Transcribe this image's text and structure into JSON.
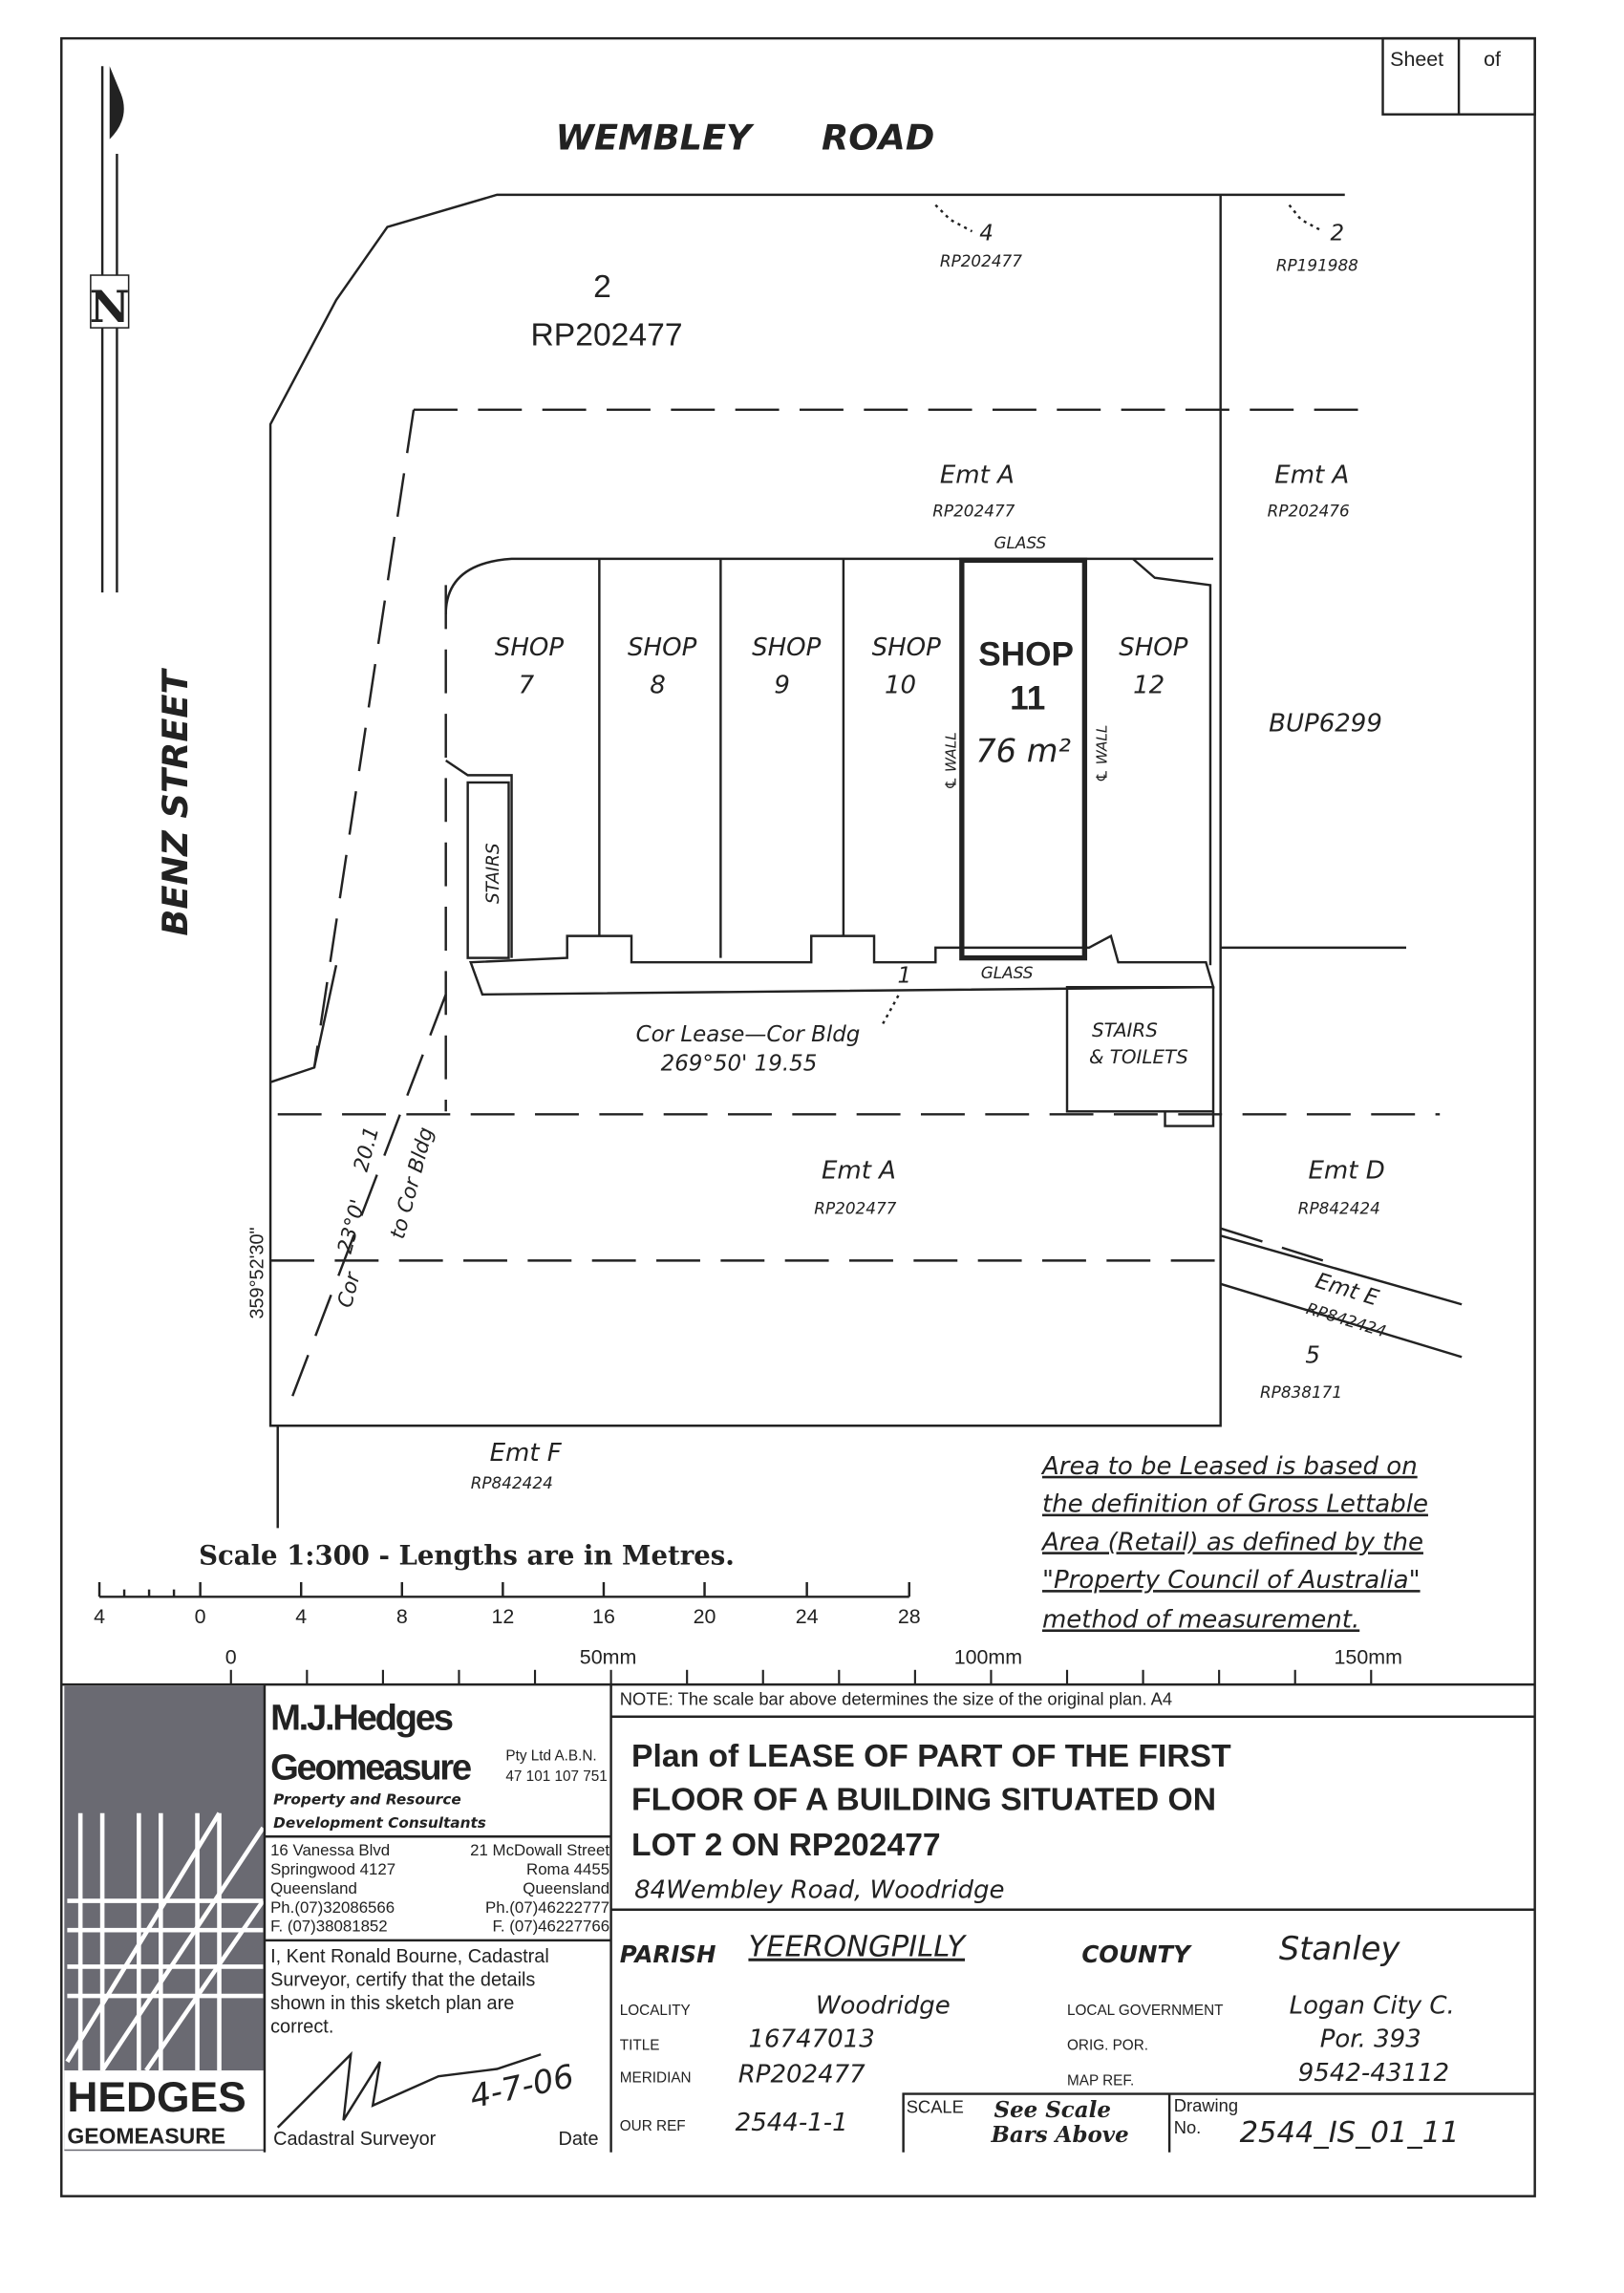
{
  "sheet": {
    "sheet_label": "Sheet",
    "of_label": "of"
  },
  "plan": {
    "road_top": [
      "WEMBLEY",
      "ROAD"
    ],
    "road_left": "BENZ STREET",
    "north": "N",
    "lot": {
      "number": "2",
      "plan": "RP202477"
    },
    "neighbours": [
      {
        "lot": "4",
        "plan": "RP202477"
      },
      {
        "lot": "2",
        "plan": "RP191988"
      },
      {
        "lot": "5",
        "plan": "RP838171"
      },
      {
        "lot": "BUP6299"
      }
    ],
    "easements": [
      {
        "label": "Emt A",
        "plan": "RP202477"
      },
      {
        "label": "Emt A",
        "plan": "RP202476"
      },
      {
        "label": "Emt A",
        "plan": "RP202477"
      },
      {
        "label": "Emt D",
        "plan": "RP842424"
      },
      {
        "label": "Emt E",
        "plan": "RP842424"
      },
      {
        "label": "Emt F",
        "plan": "RP842424"
      }
    ],
    "shops": [
      {
        "label": "SHOP",
        "no": "7"
      },
      {
        "label": "SHOP",
        "no": "8"
      },
      {
        "label": "SHOP",
        "no": "9"
      },
      {
        "label": "SHOP",
        "no": "10"
      },
      {
        "label": "SHOP",
        "no": "11",
        "area": "76 m²"
      },
      {
        "label": "SHOP",
        "no": "12"
      }
    ],
    "wall_label": "℄ WALL",
    "glass": "GLASS",
    "stairs": "STAIRS",
    "stairs_toilets": [
      "STAIRS",
      "& TOILETS"
    ],
    "cor_lease": [
      "Cor Lease—Cor Bldg",
      "269°50' 19.55"
    ],
    "cor_diag": [
      "23°0'",
      "20.1",
      "Cor",
      "to Cor Bldg"
    ],
    "bearing_left": "359°52'30\"",
    "marker_1": "1"
  },
  "note_area": [
    "Area to be Leased is based on",
    "the definition of Gross Lettable",
    "Area (Retail) as defined by the",
    "\"Property Council of Australia\"",
    "method of measurement."
  ],
  "scale": {
    "title": "Scale 1:300 - Lengths are in Metres.",
    "ticks": [
      "4",
      "0",
      "4",
      "8",
      "12",
      "16",
      "20",
      "24",
      "28"
    ],
    "mm_ticks": [
      "0",
      "50mm",
      "100mm",
      "150mm"
    ]
  },
  "title_block": {
    "company": [
      "M.J.Hedges",
      "Geomeasure"
    ],
    "abn": [
      "Pty Ltd  A.B.N.",
      "47 101 107 751"
    ],
    "tagline": [
      "Property and Resource",
      "Development Consultants"
    ],
    "office1": [
      "16 Vanessa Blvd",
      "Springwood  4127",
      "Queensland",
      "Ph.(07)32086566",
      "F. (07)38081852"
    ],
    "office2": [
      "21 McDowall Street",
      "Roma  4455",
      "Queensland",
      "Ph.(07)46222777",
      "F. (07)46227766"
    ],
    "certify": [
      "I, Kent Ronald Bourne, Cadastral",
      "Surveyor, certify that the details",
      "shown in this sketch plan are",
      "correct."
    ],
    "logo": [
      "HEDGES",
      "GEOMEASURE"
    ],
    "surveyor_label": "Cadastral Surveyor",
    "date_label": "Date",
    "date_value": "4-7-06",
    "note": "NOTE:  The scale bar above determines the size of the original plan. A4",
    "title": [
      "Plan of LEASE OF PART OF THE FIRST",
      "FLOOR OF A BUILDING SITUATED ON",
      "LOT 2 ON RP202477"
    ],
    "address": "84Wembley Road, Woodridge",
    "parish_label": "PARISH",
    "parish": "YEERONGPILLY",
    "county_label": "COUNTY",
    "county": "Stanley",
    "locality_label": "LOCALITY",
    "locality": "Woodridge",
    "lg_label": "LOCAL GOVERNMENT",
    "lg": "Logan City C.",
    "title_label": "TITLE",
    "title_no": "16747013",
    "orig_label": "ORIG. POR.",
    "orig": "Por. 393",
    "meridian_label": "MERIDIAN",
    "meridian": "RP202477",
    "map_label": "MAP REF.",
    "map": "9542-43112",
    "ourref_label": "OUR REF",
    "ourref": "2544-1-1",
    "scale_label": "SCALE",
    "scale_value": [
      "See Scale",
      "Bars Above"
    ],
    "drawing_label": [
      "Drawing",
      "No."
    ],
    "drawing": "2544_IS_01_11"
  }
}
